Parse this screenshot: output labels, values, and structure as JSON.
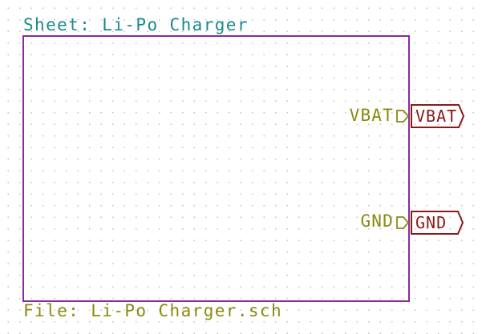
{
  "sheet": {
    "name_label": "Sheet: Li-Po Charger",
    "file_label": "File: Li-Po Charger.sch"
  },
  "pins": [
    {
      "name": "VBAT"
    },
    {
      "name": "GND"
    }
  ],
  "hier_labels": [
    {
      "text": "VBAT"
    },
    {
      "text": "GND"
    }
  ],
  "colors": {
    "sheet_border": "#8a2a9c",
    "sheet_name": "#1a8a8a",
    "sheet_file": "#8a8a10",
    "pin_text": "#8a8a10",
    "hier_label": "#8b1a1a",
    "grid_dot": "#c8c8c8"
  }
}
